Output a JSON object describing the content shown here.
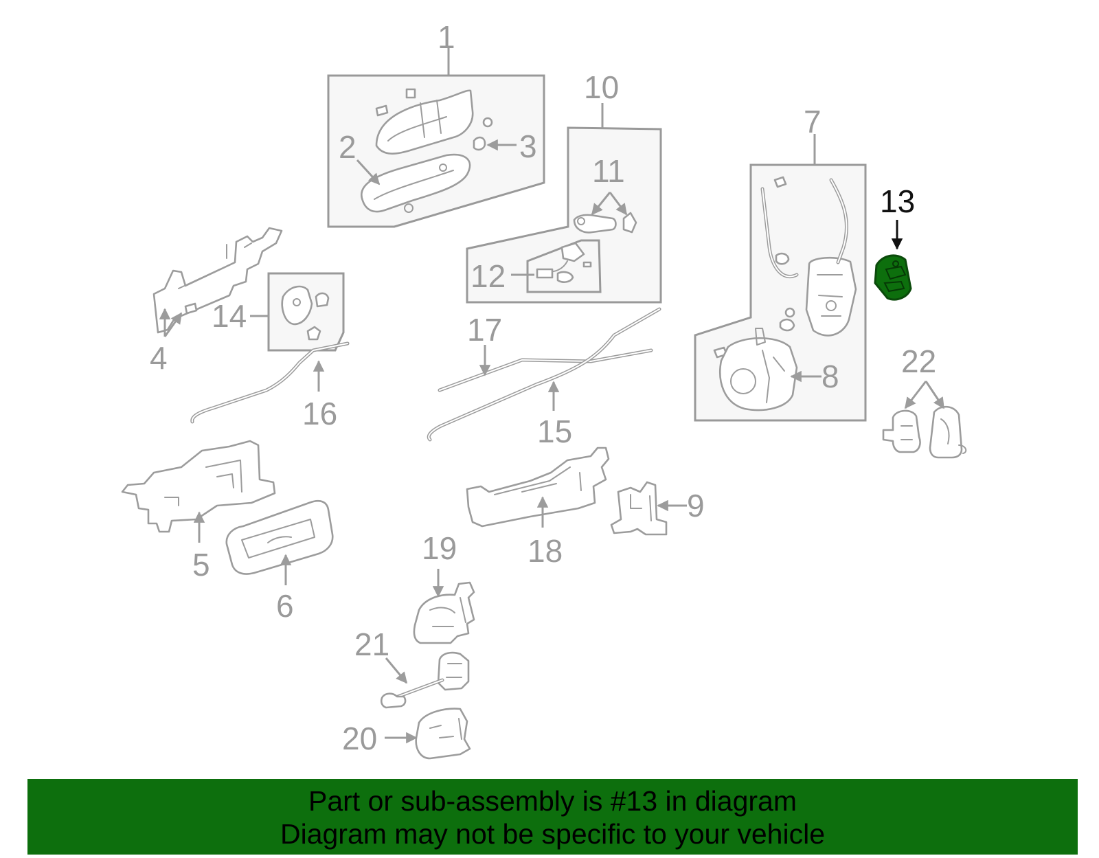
{
  "diagram": {
    "highlighted_part": "13",
    "callouts": [
      "1",
      "2",
      "3",
      "4",
      "5",
      "6",
      "7",
      "8",
      "9",
      "10",
      "11",
      "12",
      "13",
      "14",
      "15",
      "16",
      "17",
      "18",
      "19",
      "20",
      "21",
      "22"
    ]
  },
  "banner": {
    "line1": "Part or sub-assembly is #13 in diagram",
    "line2": "Diagram may not be specific to your vehicle"
  },
  "colors": {
    "banner_bg": "#0d6f0d",
    "highlight_fill": "#0d6f0d",
    "line_gray": "#9c9c9c",
    "callout_gray": "#9a9a9a"
  }
}
